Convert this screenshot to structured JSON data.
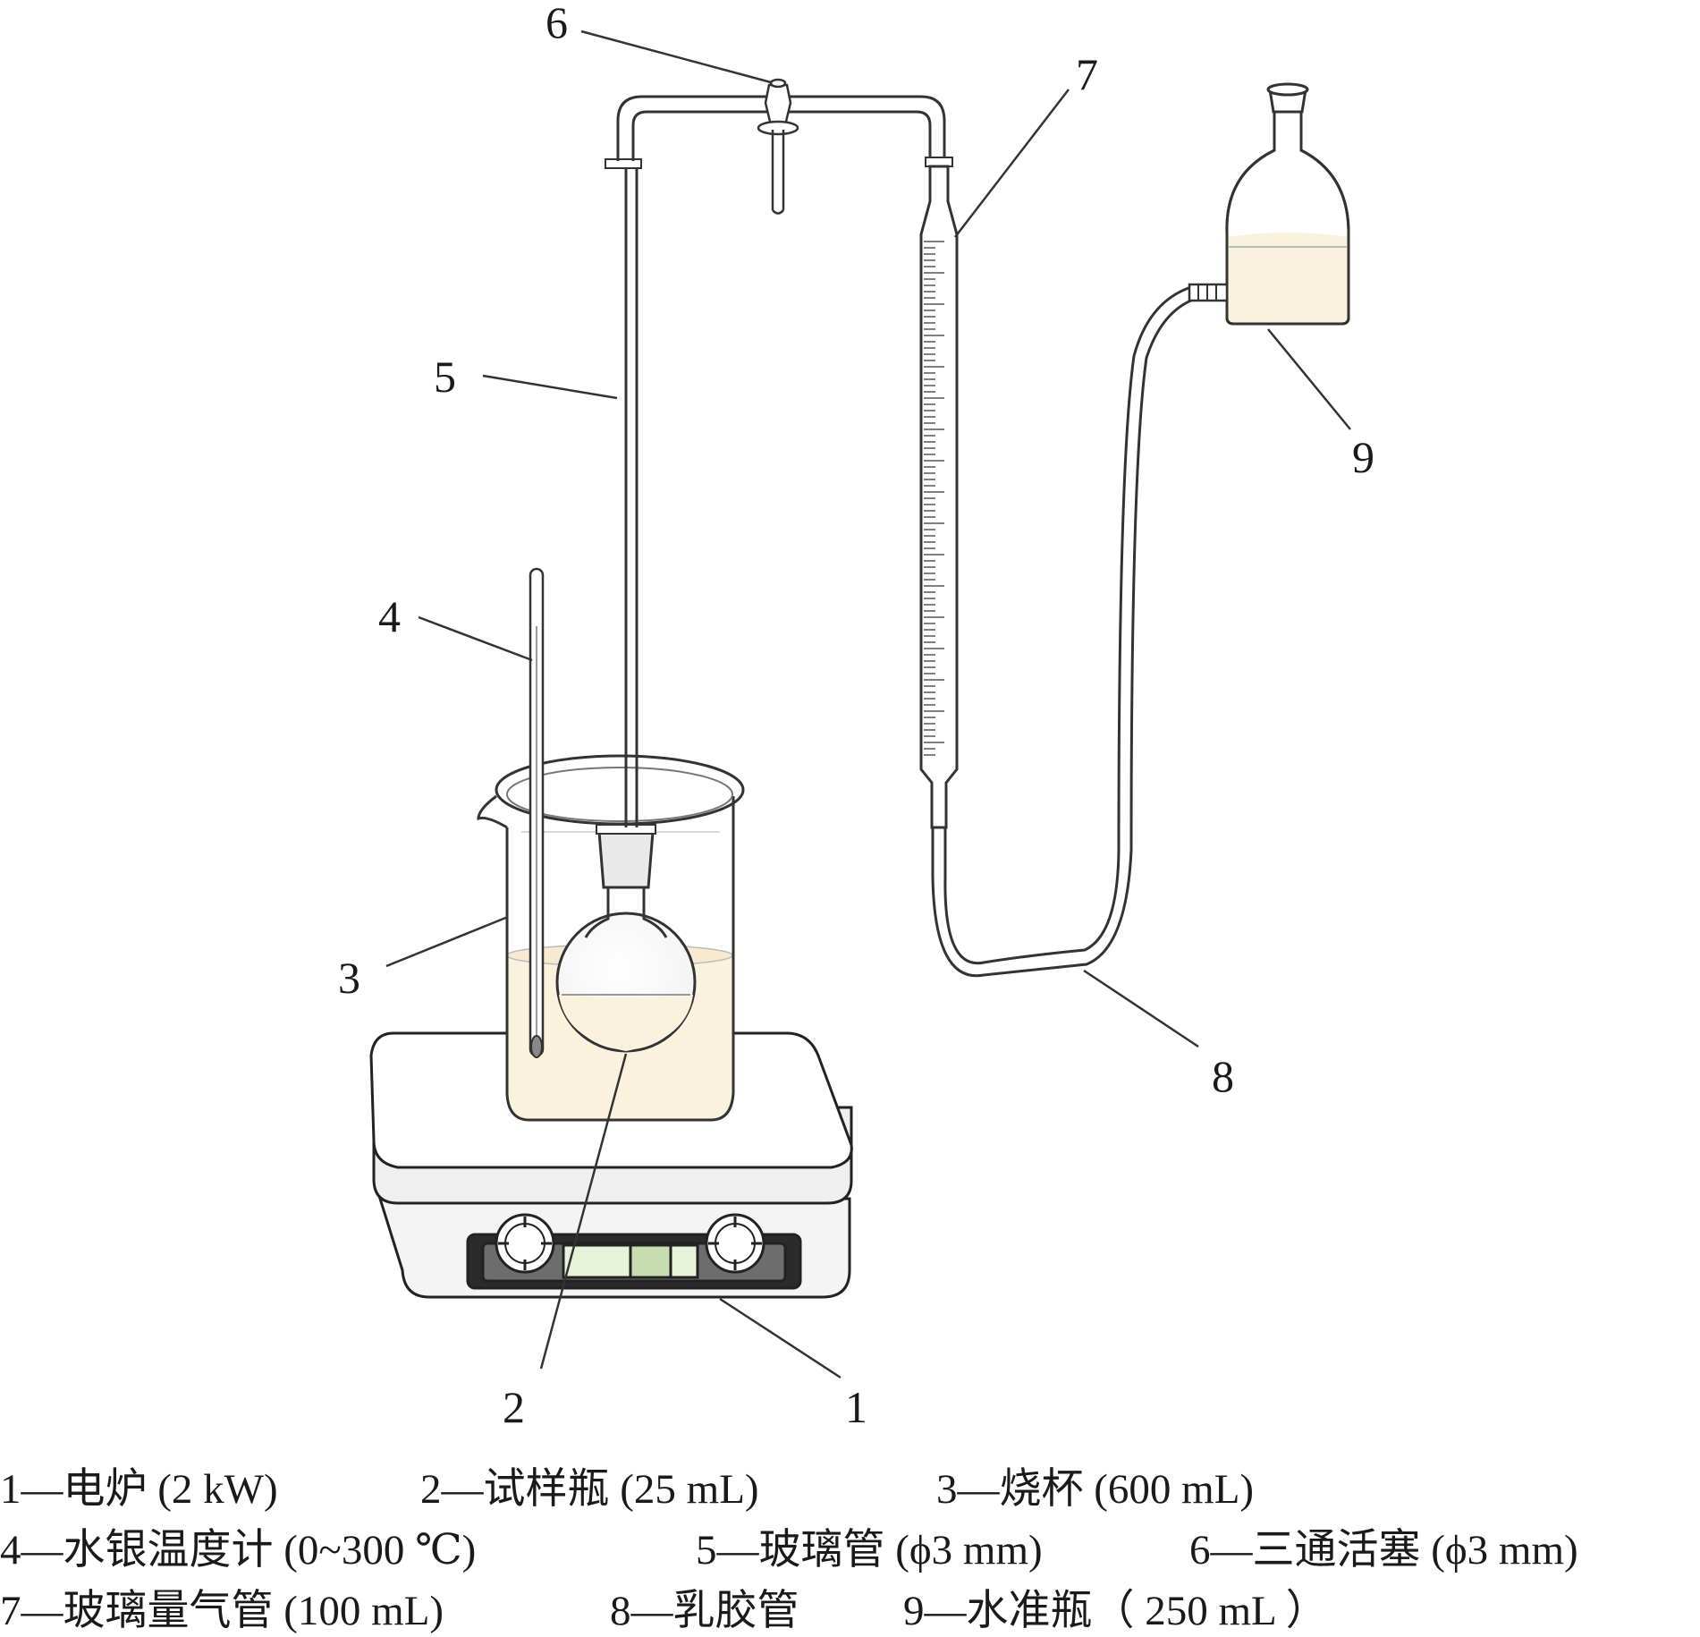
{
  "labels": {
    "l1": "1",
    "l2": "2",
    "l3": "3",
    "l4": "4",
    "l5": "5",
    "l6": "6",
    "l7": "7",
    "l8": "8",
    "l9": "9"
  },
  "legend": {
    "row1": [
      "1—电炉 (2 kW)",
      "2—试样瓶 (25 mL)",
      "3—烧杯 (600 mL)"
    ],
    "row2": [
      "4—水银温度计 (0~300 ℃)",
      "5—玻璃管 (ϕ3 mm)",
      "6—三通活塞 (ϕ3 mm)"
    ],
    "row3": [
      "7—玻璃量气管 (100 mL)",
      "8—乳胶管",
      "9—水准瓶（ 250 mL ）"
    ]
  }
}
